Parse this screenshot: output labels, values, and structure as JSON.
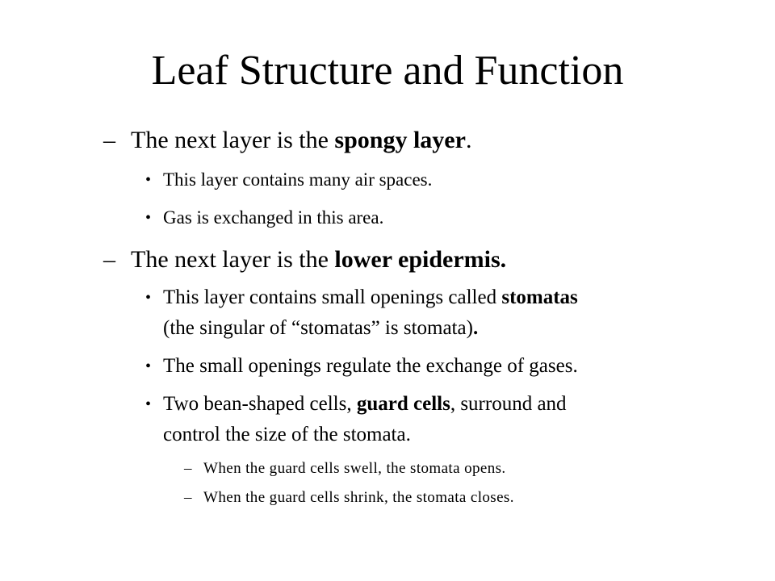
{
  "slide": {
    "title": "Leaf Structure and Function",
    "item1": {
      "dash": "–",
      "text_a": "The next layer is the ",
      "bold": "spongy layer",
      "text_b": "."
    },
    "item1_bullets": [
      "This layer contains many air spaces.",
      "Gas is exchanged in this area."
    ],
    "item2": {
      "dash": "–",
      "text_a": "The next layer is the ",
      "bold": "lower epidermis."
    },
    "item2_bullet1": {
      "text_a": "This layer contains small openings called ",
      "bold": "stomatas",
      "line2": "(the singular of “stomatas” is stomata)",
      "line2_bold": "."
    },
    "item2_bullet2": "The small openings regulate the exchange of gases.",
    "item2_bullet3": {
      "text_a": "Two bean-shaped cells, ",
      "bold": "guard cells",
      "text_b": ", surround and",
      "line2": "control the size of the stomata."
    },
    "sub_items": [
      "When the guard cells swell, the stomata opens.",
      "When the guard cells shrink, the stomata closes."
    ],
    "bullet_char": "•",
    "dash_char": "–"
  }
}
